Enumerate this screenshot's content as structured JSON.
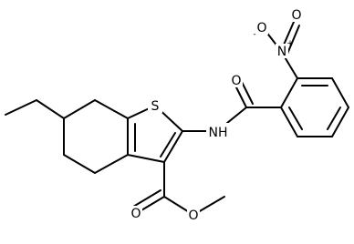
{
  "molecule": {
    "atom_labels": {
      "sulfur": "S",
      "amide_n": "NH",
      "amide_o": "O",
      "nitro_n": "N",
      "nitro_n_charge": "+",
      "nitro_o_top": "O",
      "nitro_o_top_charge": "-",
      "nitro_o_side": "O",
      "ester_o_carbonyl": "O",
      "ester_o_ether": "O"
    }
  }
}
